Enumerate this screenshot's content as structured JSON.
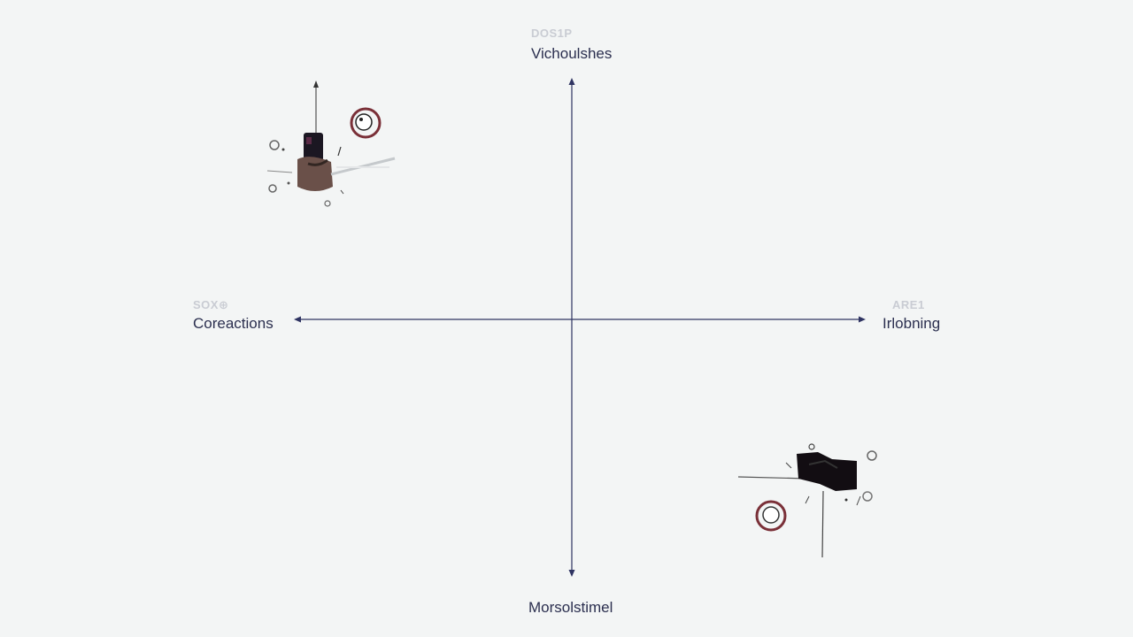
{
  "axes": {
    "top": {
      "tag": "DOS1P",
      "label": "Vichoulshes"
    },
    "bottom": {
      "label": "Morsolstimel"
    },
    "left": {
      "tag": "SOX⊕",
      "label": "Coreactions"
    },
    "right": {
      "tag": "ARE1",
      "label": "Irlobning"
    }
  },
  "colors": {
    "axis": "#2f3462",
    "label": "#2b2f4f",
    "tag": "#c9ccd3"
  }
}
